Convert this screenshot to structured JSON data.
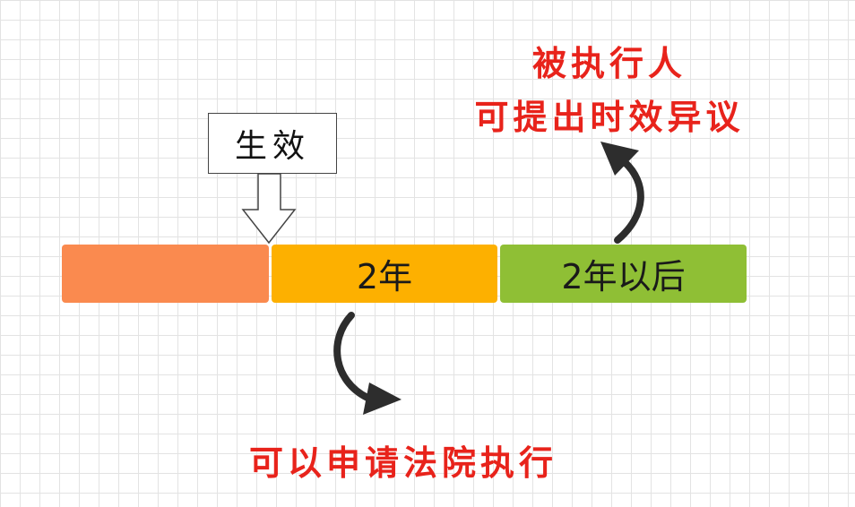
{
  "effective_label": "生效",
  "segments": [
    {
      "label": "",
      "color": "#fa8a4f"
    },
    {
      "label": "2年",
      "color": "#fdb000"
    },
    {
      "label": "2年以后",
      "color": "#8fbf35"
    }
  ],
  "top_note": {
    "line1": "被执行人",
    "line2": "可提出时效异议"
  },
  "bottom_note": "可以申请法院执行",
  "colors": {
    "accent_text": "#e8231b",
    "arrow": "#2d2d2d",
    "grid": "#e3e3e3"
  }
}
